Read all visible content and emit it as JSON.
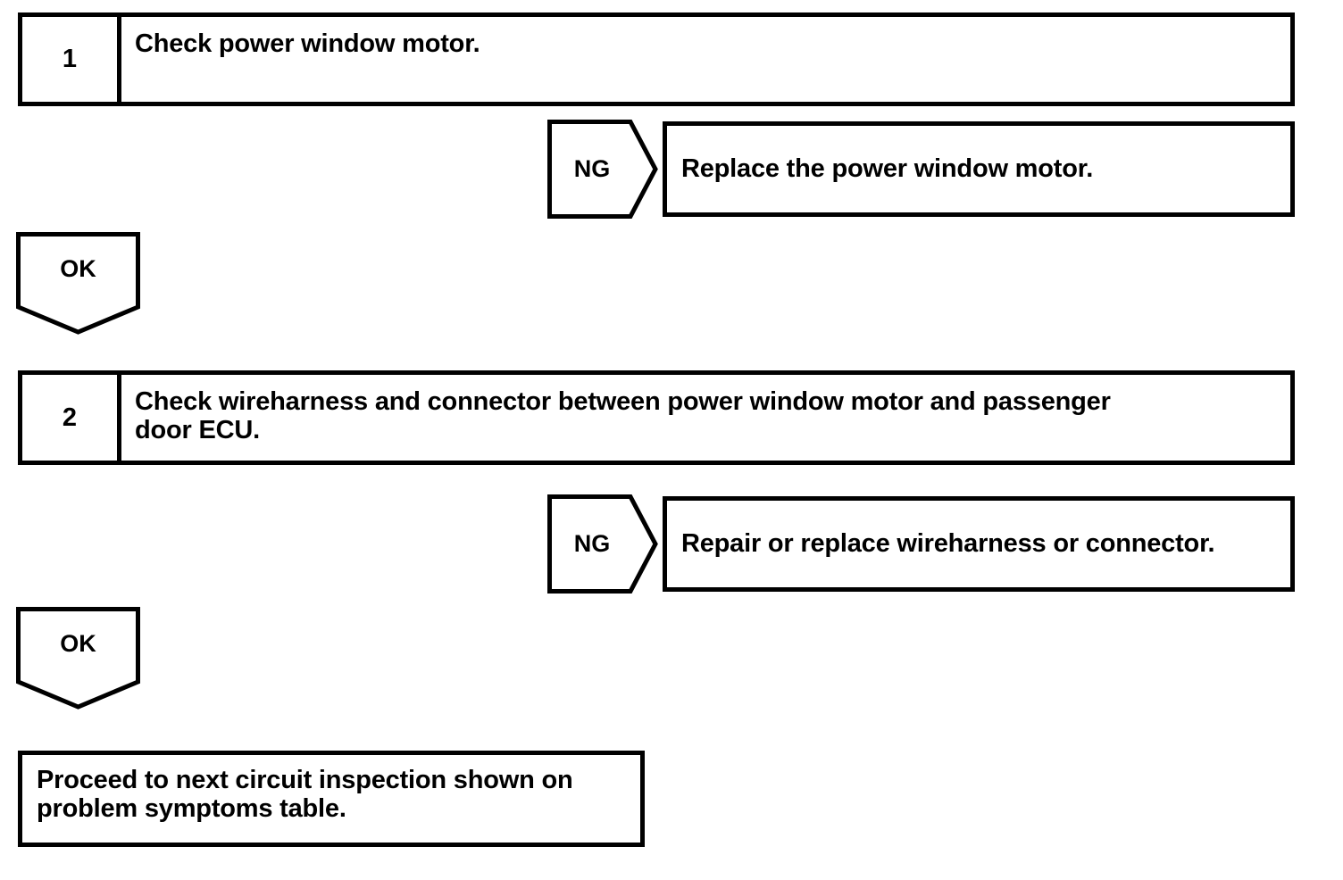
{
  "diagram": {
    "type": "troubleshooting-flowchart",
    "line_color": "#000000",
    "background_color": "#ffffff",
    "steps": [
      {
        "number": "1",
        "instruction": "Check power window motor.",
        "ng_label": "NG",
        "ng_result": "Replace the power window motor.",
        "ok_label": "OK"
      },
      {
        "number": "2",
        "instruction": "Check wireharness and connector between power window motor and passenger\ndoor ECU.",
        "ng_label": "NG",
        "ng_result": "Repair or replace wireharness or connector.",
        "ok_label": "OK"
      }
    ],
    "final_box": {
      "text": "Proceed to next circuit inspection shown on\nproblem symptoms table."
    }
  }
}
